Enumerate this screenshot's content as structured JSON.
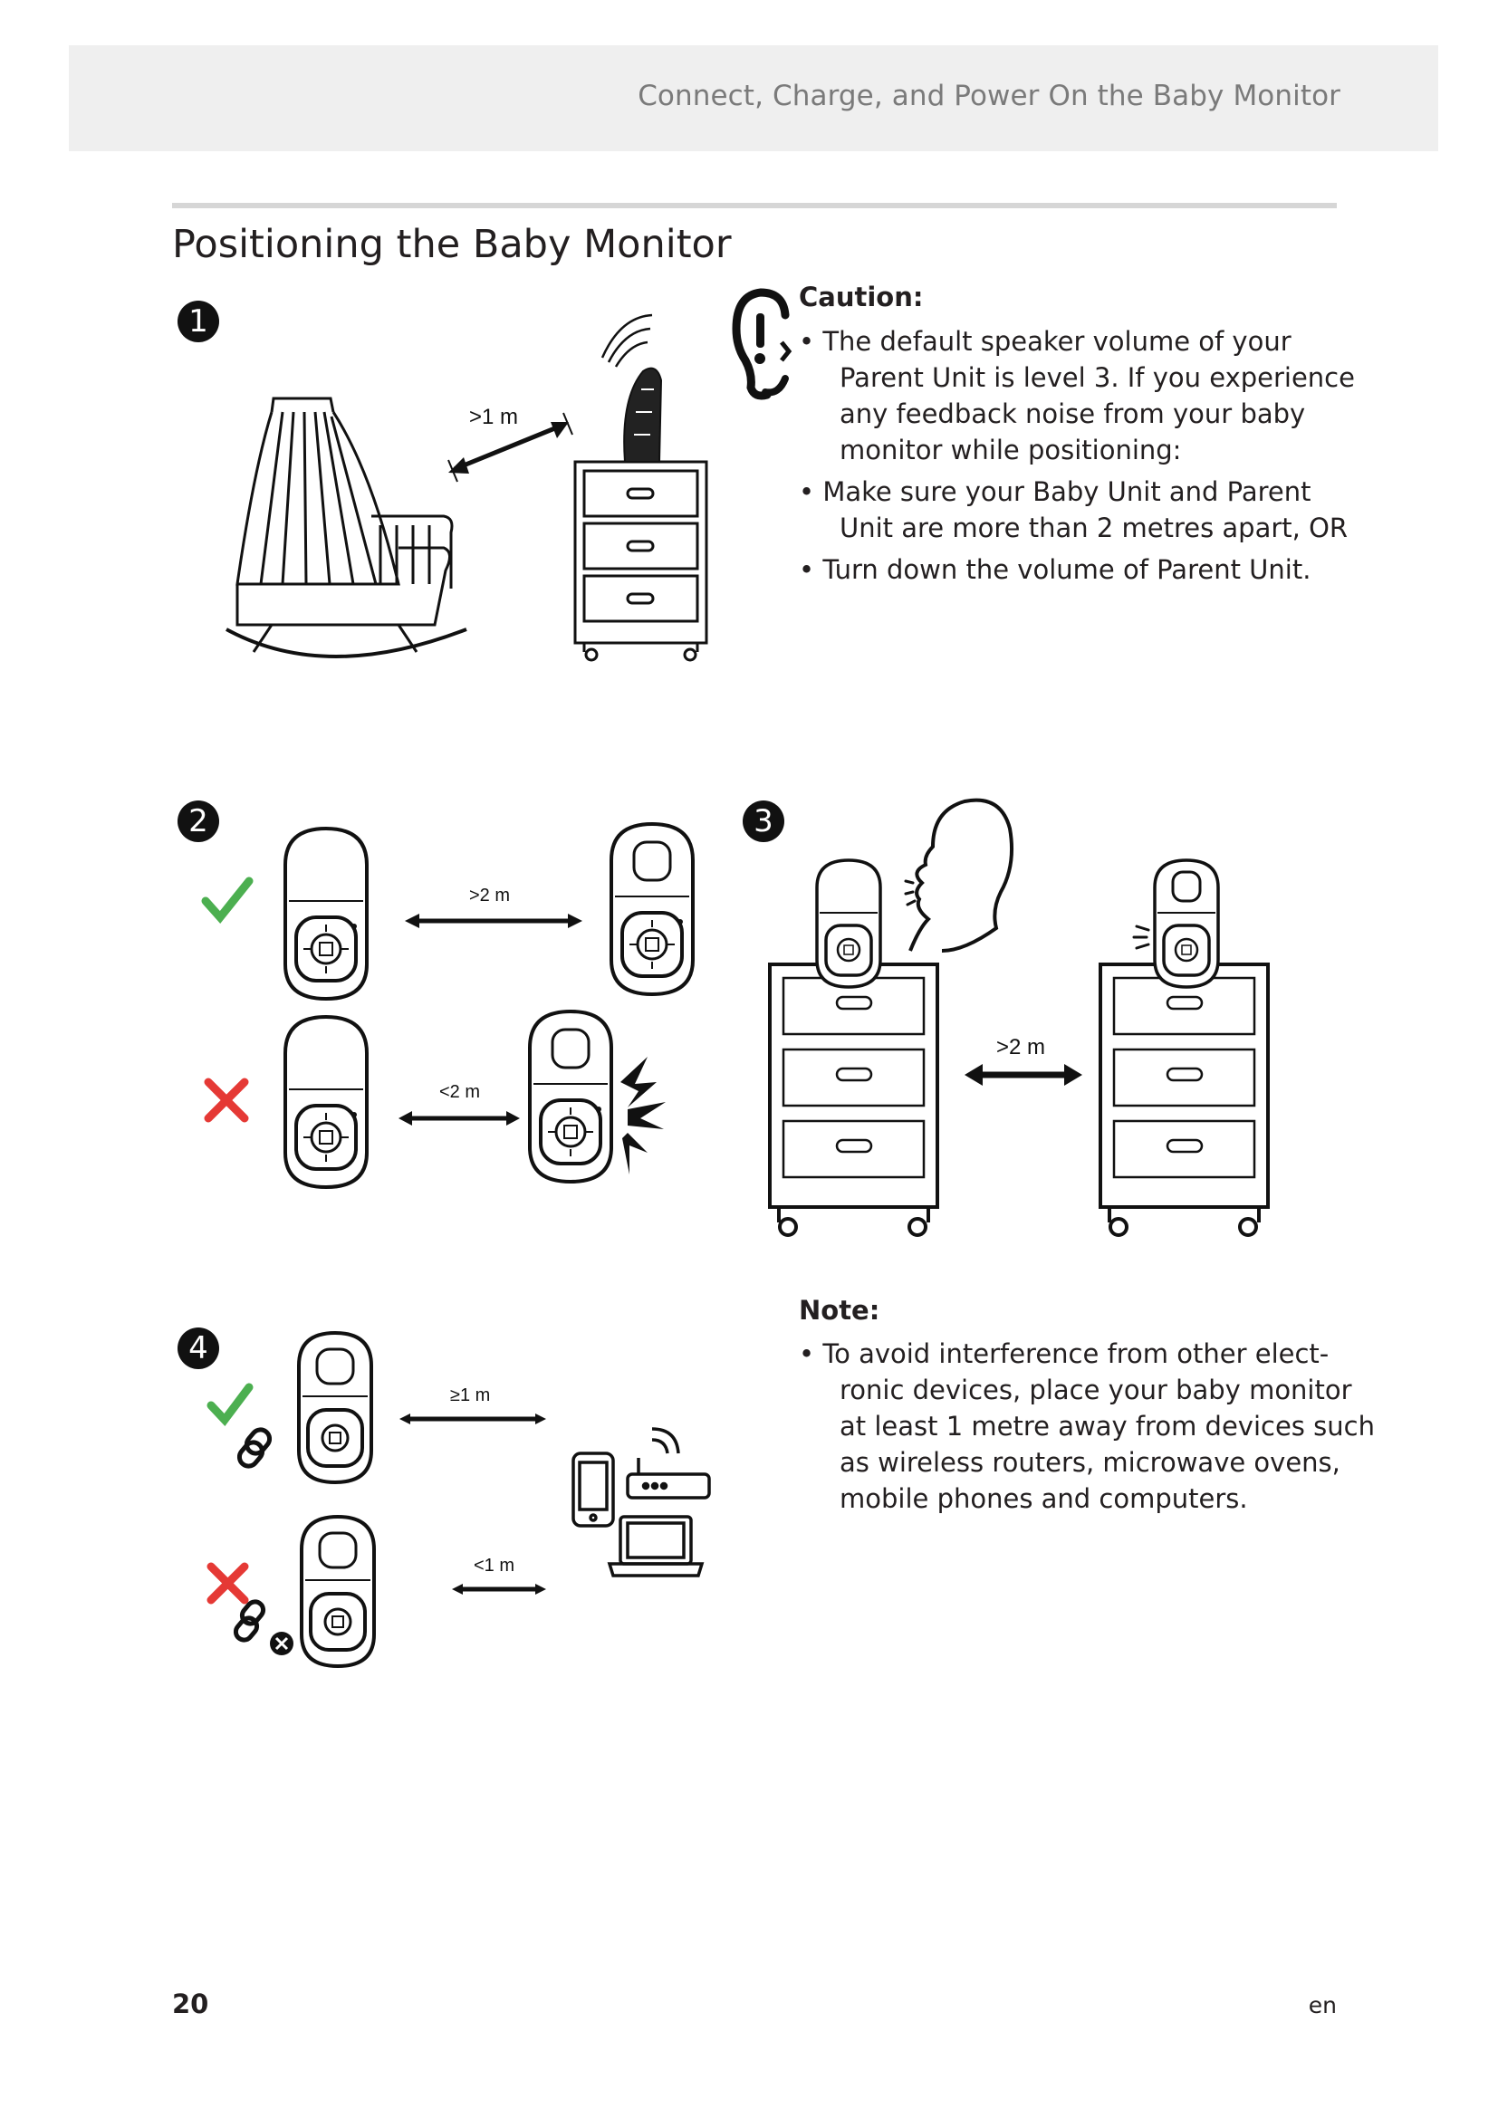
{
  "header": {
    "section_title": "Connect, Charge, and Power On the Baby Monitor"
  },
  "page_title": "Positioning the Baby Monitor",
  "steps": [
    "1",
    "2",
    "3",
    "4"
  ],
  "distances": {
    "step1": ">1 m",
    "step2_ok": ">2 m",
    "step2_bad": "<2 m",
    "step3": ">2 m",
    "step4_ok": "≥1 m",
    "step4_bad": "<1 m"
  },
  "caution": {
    "heading": "Caution:",
    "bullets": [
      [
        "• The default speaker volume of your",
        "Parent Unit is level 3. If you experience",
        "any feedback noise from your baby",
        "monitor while positioning:"
      ],
      [
        "• Make sure your Baby Unit and Parent",
        "Unit are more than 2 metres apart, OR"
      ],
      [
        "• Turn down the volume of Parent Unit."
      ]
    ]
  },
  "note": {
    "heading": "Note:",
    "lines": [
      "• To avoid interference from other elect-",
      "ronic devices, place your baby monitor",
      "at least 1 metre away from devices such",
      "as wireless routers, microwave ovens,",
      "mobile phones and computers."
    ]
  },
  "icons": [
    "ear-caution-icon",
    "check-icon",
    "cross-icon",
    "link-icon",
    "broken-link-icon",
    "phone-icon",
    "router-icon",
    "laptop-icon",
    "wave-icon"
  ],
  "colors": {
    "check": "#4caf50",
    "cross": "#e53935",
    "header_bg": "#efefef",
    "header_text": "#7a7a7a"
  },
  "footer": {
    "page_number": "20",
    "language": "en"
  }
}
